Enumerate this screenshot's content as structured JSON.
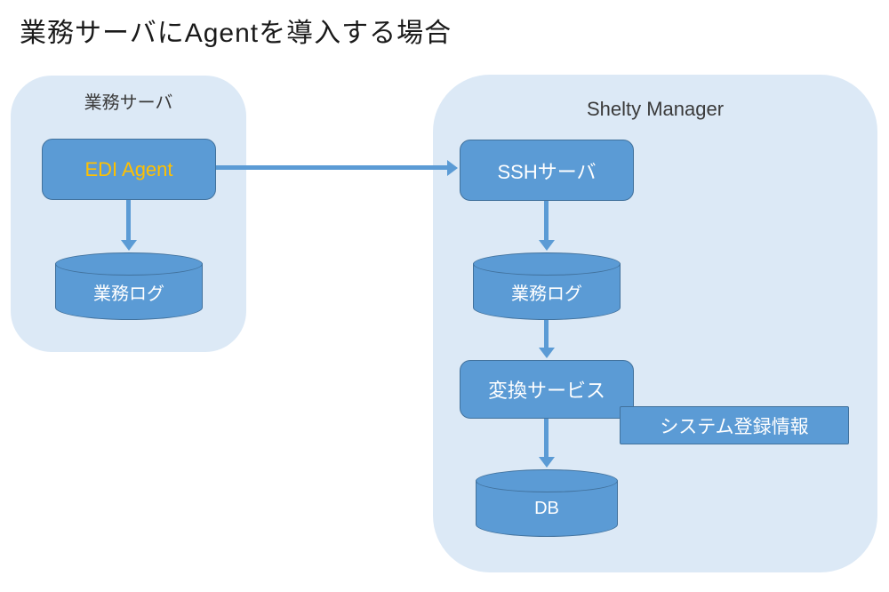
{
  "title": "業務サーバにAgentを導入する場合",
  "colors": {
    "container_bg": "#dce9f6",
    "node_fill": "#5b9bd5",
    "node_border": "#41719c",
    "arrow": "#5b9bd5",
    "agent_text": "#ffc000",
    "node_text": "#ffffff",
    "label_text": "#3a3a3a",
    "title_text": "#1a1a1a"
  },
  "left_group": {
    "label": "業務サーバ",
    "nodes": {
      "agent": "EDI Agent",
      "log": "業務ログ"
    }
  },
  "right_group": {
    "label": "Shelty Manager",
    "nodes": {
      "ssh": "SSHサーバ",
      "log": "業務ログ",
      "convert": "変換サービス",
      "registry": "システム登録情報",
      "db": "DB"
    }
  }
}
